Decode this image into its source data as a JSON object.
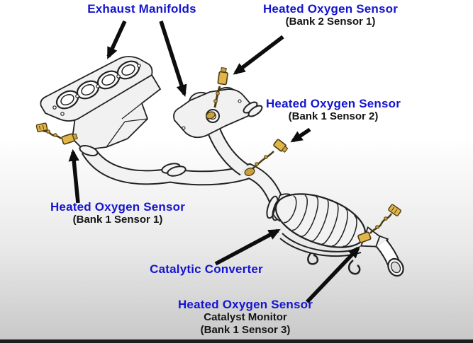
{
  "figure": {
    "labels": {
      "exhaust_manifolds": "Exhaust Manifolds",
      "sensor_b2s1": {
        "title": "Heated Oxygen Sensor",
        "sub": "(Bank 2 Sensor 1)"
      },
      "sensor_b1s2": {
        "title": "Heated Oxygen Sensor",
        "sub": "(Bank 1 Sensor 2)"
      },
      "sensor_b1s1": {
        "title": "Heated Oxygen Sensor",
        "sub": "(Bank 1 Sensor 1)"
      },
      "catalytic_converter": "Catalytic Converter",
      "sensor_b1s3": {
        "title": "Heated Oxygen Sensor",
        "sub1": "Catalyst Monitor",
        "sub2": "(Bank 1 Sensor 3)"
      }
    },
    "colors": {
      "label_blue": "#1414cf",
      "text_black": "#141414",
      "arrow_black": "#0d0d0d",
      "sensor_yellow": "#e2b54b",
      "sensor_gold": "#caa23c",
      "line_dark": "#222222",
      "metal_light": "#f2f2f2",
      "background_top": "#ffffff",
      "background_bottom": "#c7c7c7",
      "bottom_bar": "#1e1e1e"
    }
  }
}
